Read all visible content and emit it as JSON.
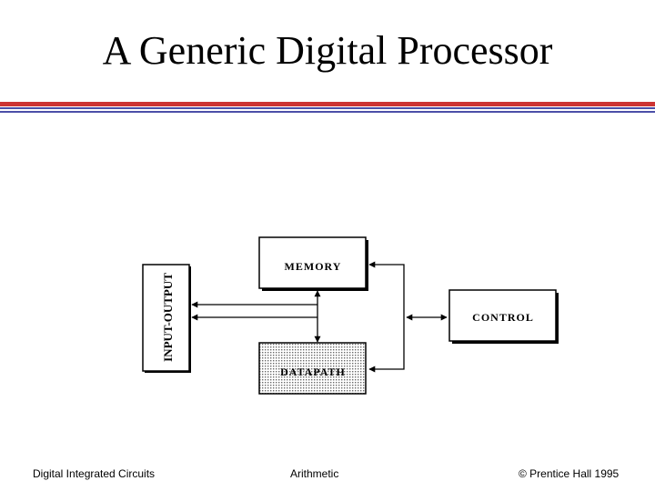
{
  "slide": {
    "title": "A Generic Digital Processor",
    "accent_colors": {
      "red": "#cc3333",
      "blue": "#4b4fa8"
    }
  },
  "diagram": {
    "blocks": {
      "memory": "MEMORY",
      "datapath": "DATAPATH",
      "control": "CONTROL",
      "input_output": "INPUT-OUTPUT"
    }
  },
  "footer": {
    "left": "Digital Integrated Circuits",
    "center": "Arithmetic",
    "right": "© Prentice Hall 1995"
  }
}
